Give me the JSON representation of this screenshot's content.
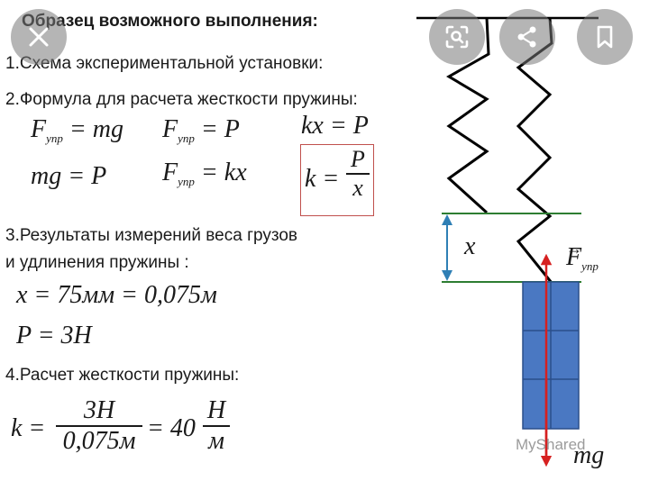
{
  "heading": "Образец возможного выполнения:",
  "items": {
    "scheme": "1.Схема экспериментальной установки:",
    "formula": "2.Формула для расчета жесткости пружины:",
    "results_line1": "3.Результаты измерений веса грузов",
    "results_line2": "и удлинения пружины :",
    "calc": "4.Расчет жесткости пружины:"
  },
  "formulas": {
    "f1_lhs": "F",
    "f1_sub": "упр",
    "f1_rhs": " = mg",
    "f2_lhs": "F",
    "f2_sub": "упр",
    "f2_rhs": " = P",
    "f3": "kx = P",
    "f4": "mg = P",
    "f5_lhs": "F",
    "f5_sub": "упр",
    "f5_rhs": " = kx",
    "k_lhs": "k =",
    "k_num": "P",
    "k_den": "x"
  },
  "measurements": {
    "x_eq": "x = 75мм = 0,075м",
    "p_eq": "P = 3H"
  },
  "calculation": {
    "lhs": "k =",
    "num": "3H",
    "den": "0,075м",
    "mid": "= 40",
    "unit_num": "H",
    "unit_den": "м"
  },
  "diagram": {
    "x_label": "x",
    "force_label": "F",
    "force_sub": "упр",
    "mg_label": "mg",
    "spring_color": "#000000",
    "green_line": "#2e7d32",
    "blue_arrow": "#2f7fb5",
    "red_arrow": "#d62020",
    "block_fill": "#4a78c2",
    "block_stroke": "#2b4f8a"
  },
  "overlay": {
    "close_icon": "close-icon",
    "lens_icon": "lens-icon",
    "share_icon": "share-icon",
    "bookmark_icon": "bookmark-icon"
  },
  "watermark": "MyShared"
}
